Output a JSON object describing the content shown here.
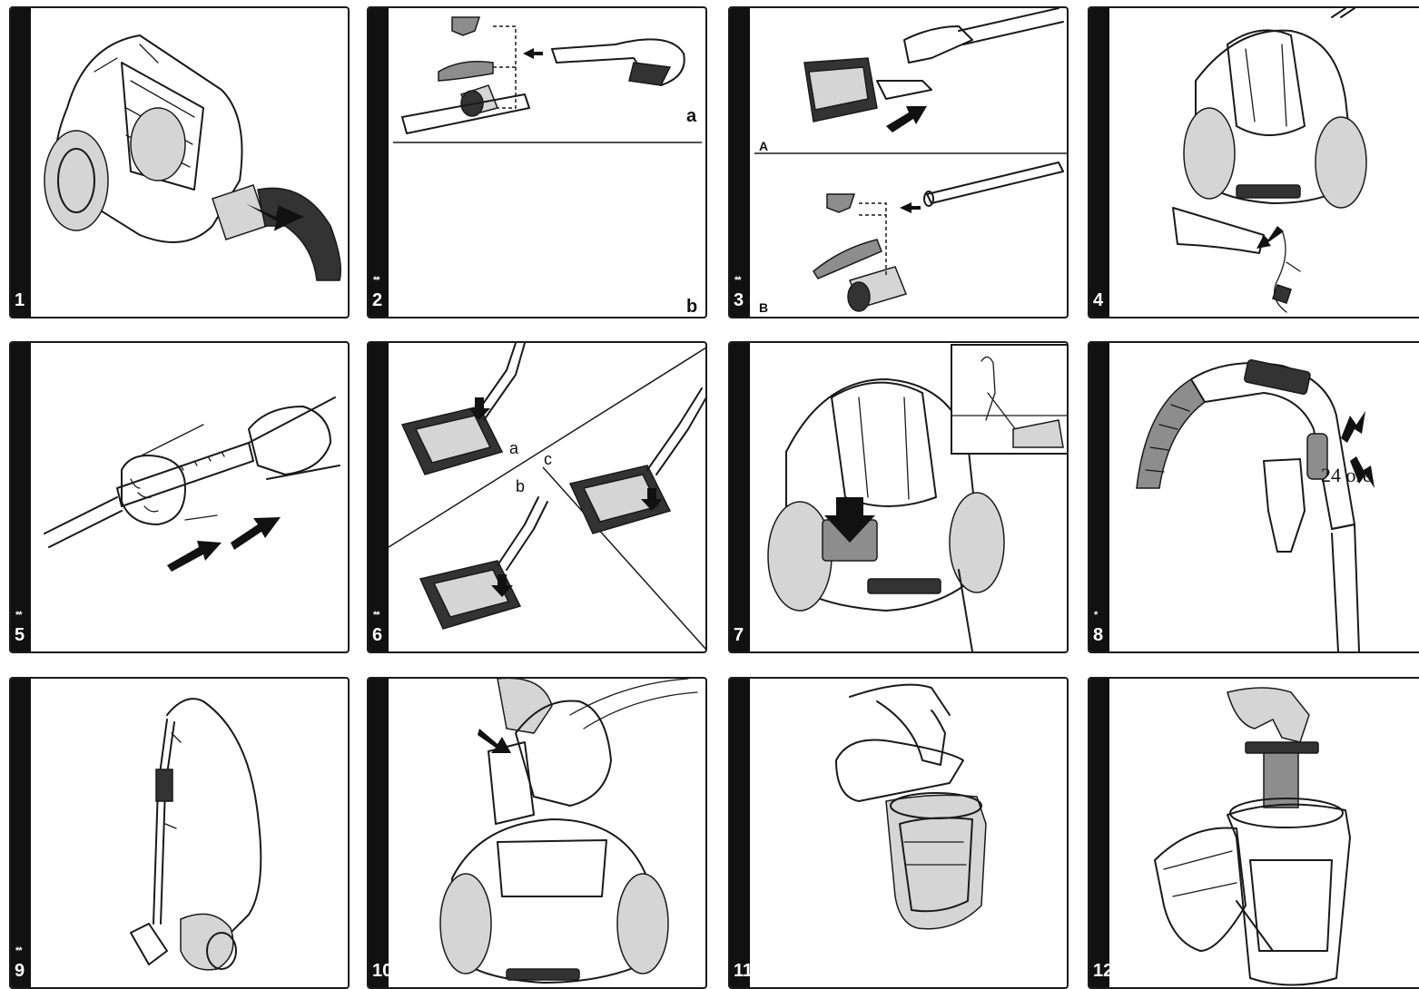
{
  "panels": [
    {
      "number": "1",
      "stars": ""
    },
    {
      "number": "2",
      "stars": "**",
      "labels": {
        "upper": "a",
        "lower": "b"
      }
    },
    {
      "number": "3",
      "stars": "**",
      "labels": {
        "upper": "A",
        "lower": "B"
      }
    },
    {
      "number": "4",
      "stars": ""
    },
    {
      "number": "5",
      "stars": "**"
    },
    {
      "number": "6",
      "stars": "**",
      "labels": {
        "a": "a",
        "b": "b",
        "c": "c"
      }
    },
    {
      "number": "7",
      "stars": ""
    },
    {
      "number": "8",
      "stars": "*",
      "overlay": "24 ore"
    },
    {
      "number": "9",
      "stars": "**"
    },
    {
      "number": "10",
      "stars": ""
    },
    {
      "number": "11",
      "stars": ""
    },
    {
      "number": "12",
      "stars": ""
    }
  ]
}
